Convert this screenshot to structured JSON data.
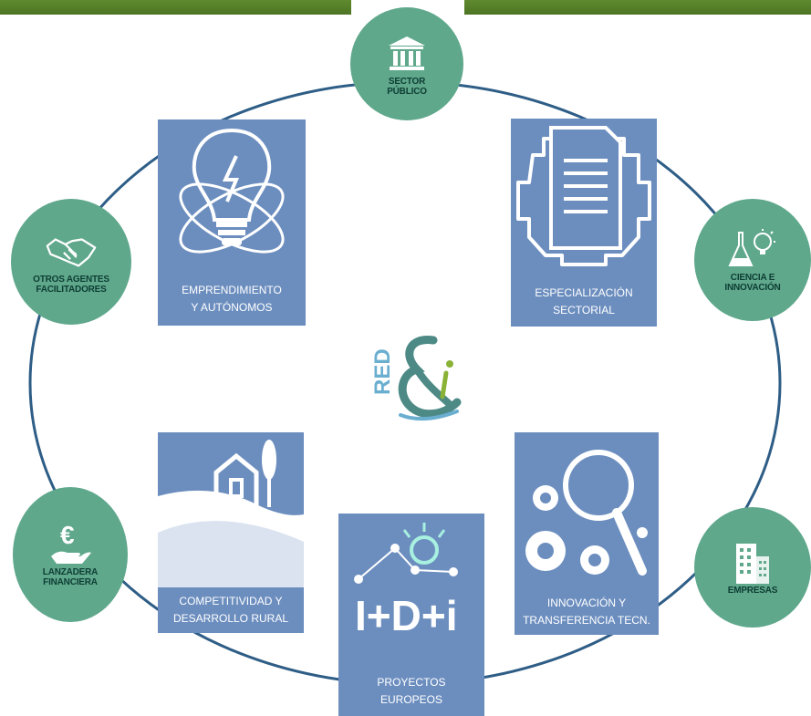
{
  "nodes": {
    "sector_publico": {
      "label": "SECTOR\nPÚBLICO",
      "icon": "government-building-icon"
    },
    "ciencia": {
      "label": "CIENCIA E\nINNOVACIÓN",
      "icon": "lab-flask-bulb-icon"
    },
    "empresas": {
      "label": "EMPRESAS",
      "icon": "office-buildings-icon"
    },
    "lanzadera": {
      "label": "LANZADERA\nFINANCIERA",
      "icon": "euro-hand-icon"
    },
    "otros": {
      "label": "OTROS AGENTES\nFACILITADORES",
      "icon": "handshake-icon"
    }
  },
  "boxes": {
    "emprendimiento": {
      "label": "EMPRENDIMIENTO\nY AUTÓNOMOS",
      "icon": "lightbulb-atom-icon"
    },
    "especializacion": {
      "label": "ESPECIALIZACIÓN\nSECTORIAL",
      "icon": "gear-document-icon"
    },
    "innovacion": {
      "label": "INNOVACIÓN Y\nTRANSFERENCIA TECN.",
      "icon": "gears-magnifier-icon"
    },
    "proyectos": {
      "label": "PROYECTOS\nEUROPEOS",
      "icon": "idi-bulb-icon",
      "badge": "I+D+i"
    },
    "competitividad": {
      "label": "COMPETITIVIDAD Y\nDESARROLLO RURAL",
      "icon": "rural-house-icon"
    }
  },
  "logo": {
    "text": "RED",
    "icon": "red-ampersand-i-logo"
  },
  "colors": {
    "circle": "#5fa88c",
    "box": "#6c8ebf",
    "ring": "#2e5d86",
    "topbar": "#5f8a2e"
  }
}
